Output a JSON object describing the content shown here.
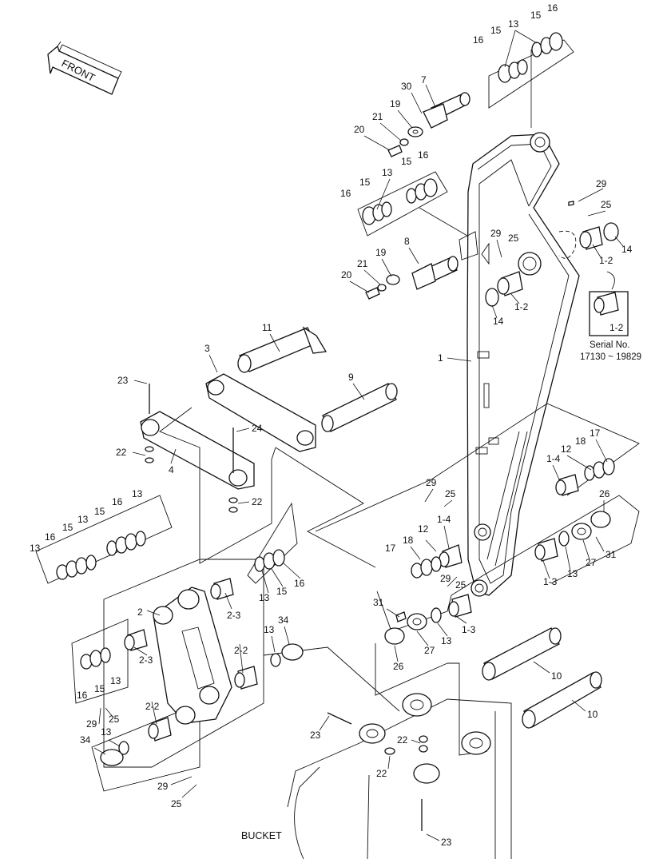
{
  "direction_label": "FRONT",
  "bucket_label": "BUCKET",
  "serial": {
    "line1": "Serial No.",
    "line2": "17130 ~ 19829",
    "part": "1-2"
  },
  "callouts": {
    "c7": "7",
    "c30": "30",
    "c19a": "19",
    "c21a": "21",
    "c20a": "20",
    "c13a": "13",
    "c15a": "15",
    "c16a": "16",
    "c15b": "15",
    "c16b": "16",
    "c13b": "13",
    "c15c": "15",
    "c16c": "16",
    "c15d": "15",
    "c16d": "16",
    "c29a": "29",
    "c25a": "25",
    "c14a": "14",
    "c12a": "1-2",
    "c29b": "29",
    "c25b": "25",
    "c8": "8",
    "c19b": "19",
    "c21b": "21",
    "c20b": "20",
    "c12b": "1-2",
    "c14b": "14",
    "c1": "1",
    "c11": "11",
    "c3": "3",
    "c9": "9",
    "c23a": "23",
    "c24": "24",
    "c22a": "22",
    "c4": "4",
    "c22b": "22",
    "c12c": "12",
    "c18a": "18",
    "c17a": "17",
    "c14c": "1-4",
    "c29c": "29",
    "c25c": "25",
    "c26a": "26",
    "c31a": "31",
    "c27a": "27",
    "c13c": "13",
    "c13d": "1-3",
    "c14d": "1-4",
    "c12d": "12",
    "c18b": "18",
    "c17b": "17",
    "c29d": "29",
    "c25d": "25",
    "c31b": "31",
    "c13e": "13",
    "c27b": "27",
    "c26b": "26",
    "c13f": "1-3",
    "c13g": "13",
    "c16e": "16",
    "c15e": "15",
    "c13h": "13",
    "c15f": "15",
    "c16f": "16",
    "c13i": "13",
    "c13j": "13",
    "c15g": "15",
    "c16g": "16",
    "c2": "2",
    "c23b": "2-3",
    "c23c": "2-3",
    "c16h": "16",
    "c15h": "15",
    "c13k": "13",
    "c22c": "2-2",
    "c22d": "2-2",
    "c29e": "29",
    "c25e": "25",
    "c34a": "34",
    "c13l": "13",
    "c13m": "13",
    "c34b": "34",
    "c29f": "29",
    "c25f": "25",
    "c10a": "10",
    "c10b": "10",
    "c23d": "23",
    "c22e": "22",
    "c22f": "22",
    "c23e": "23"
  }
}
